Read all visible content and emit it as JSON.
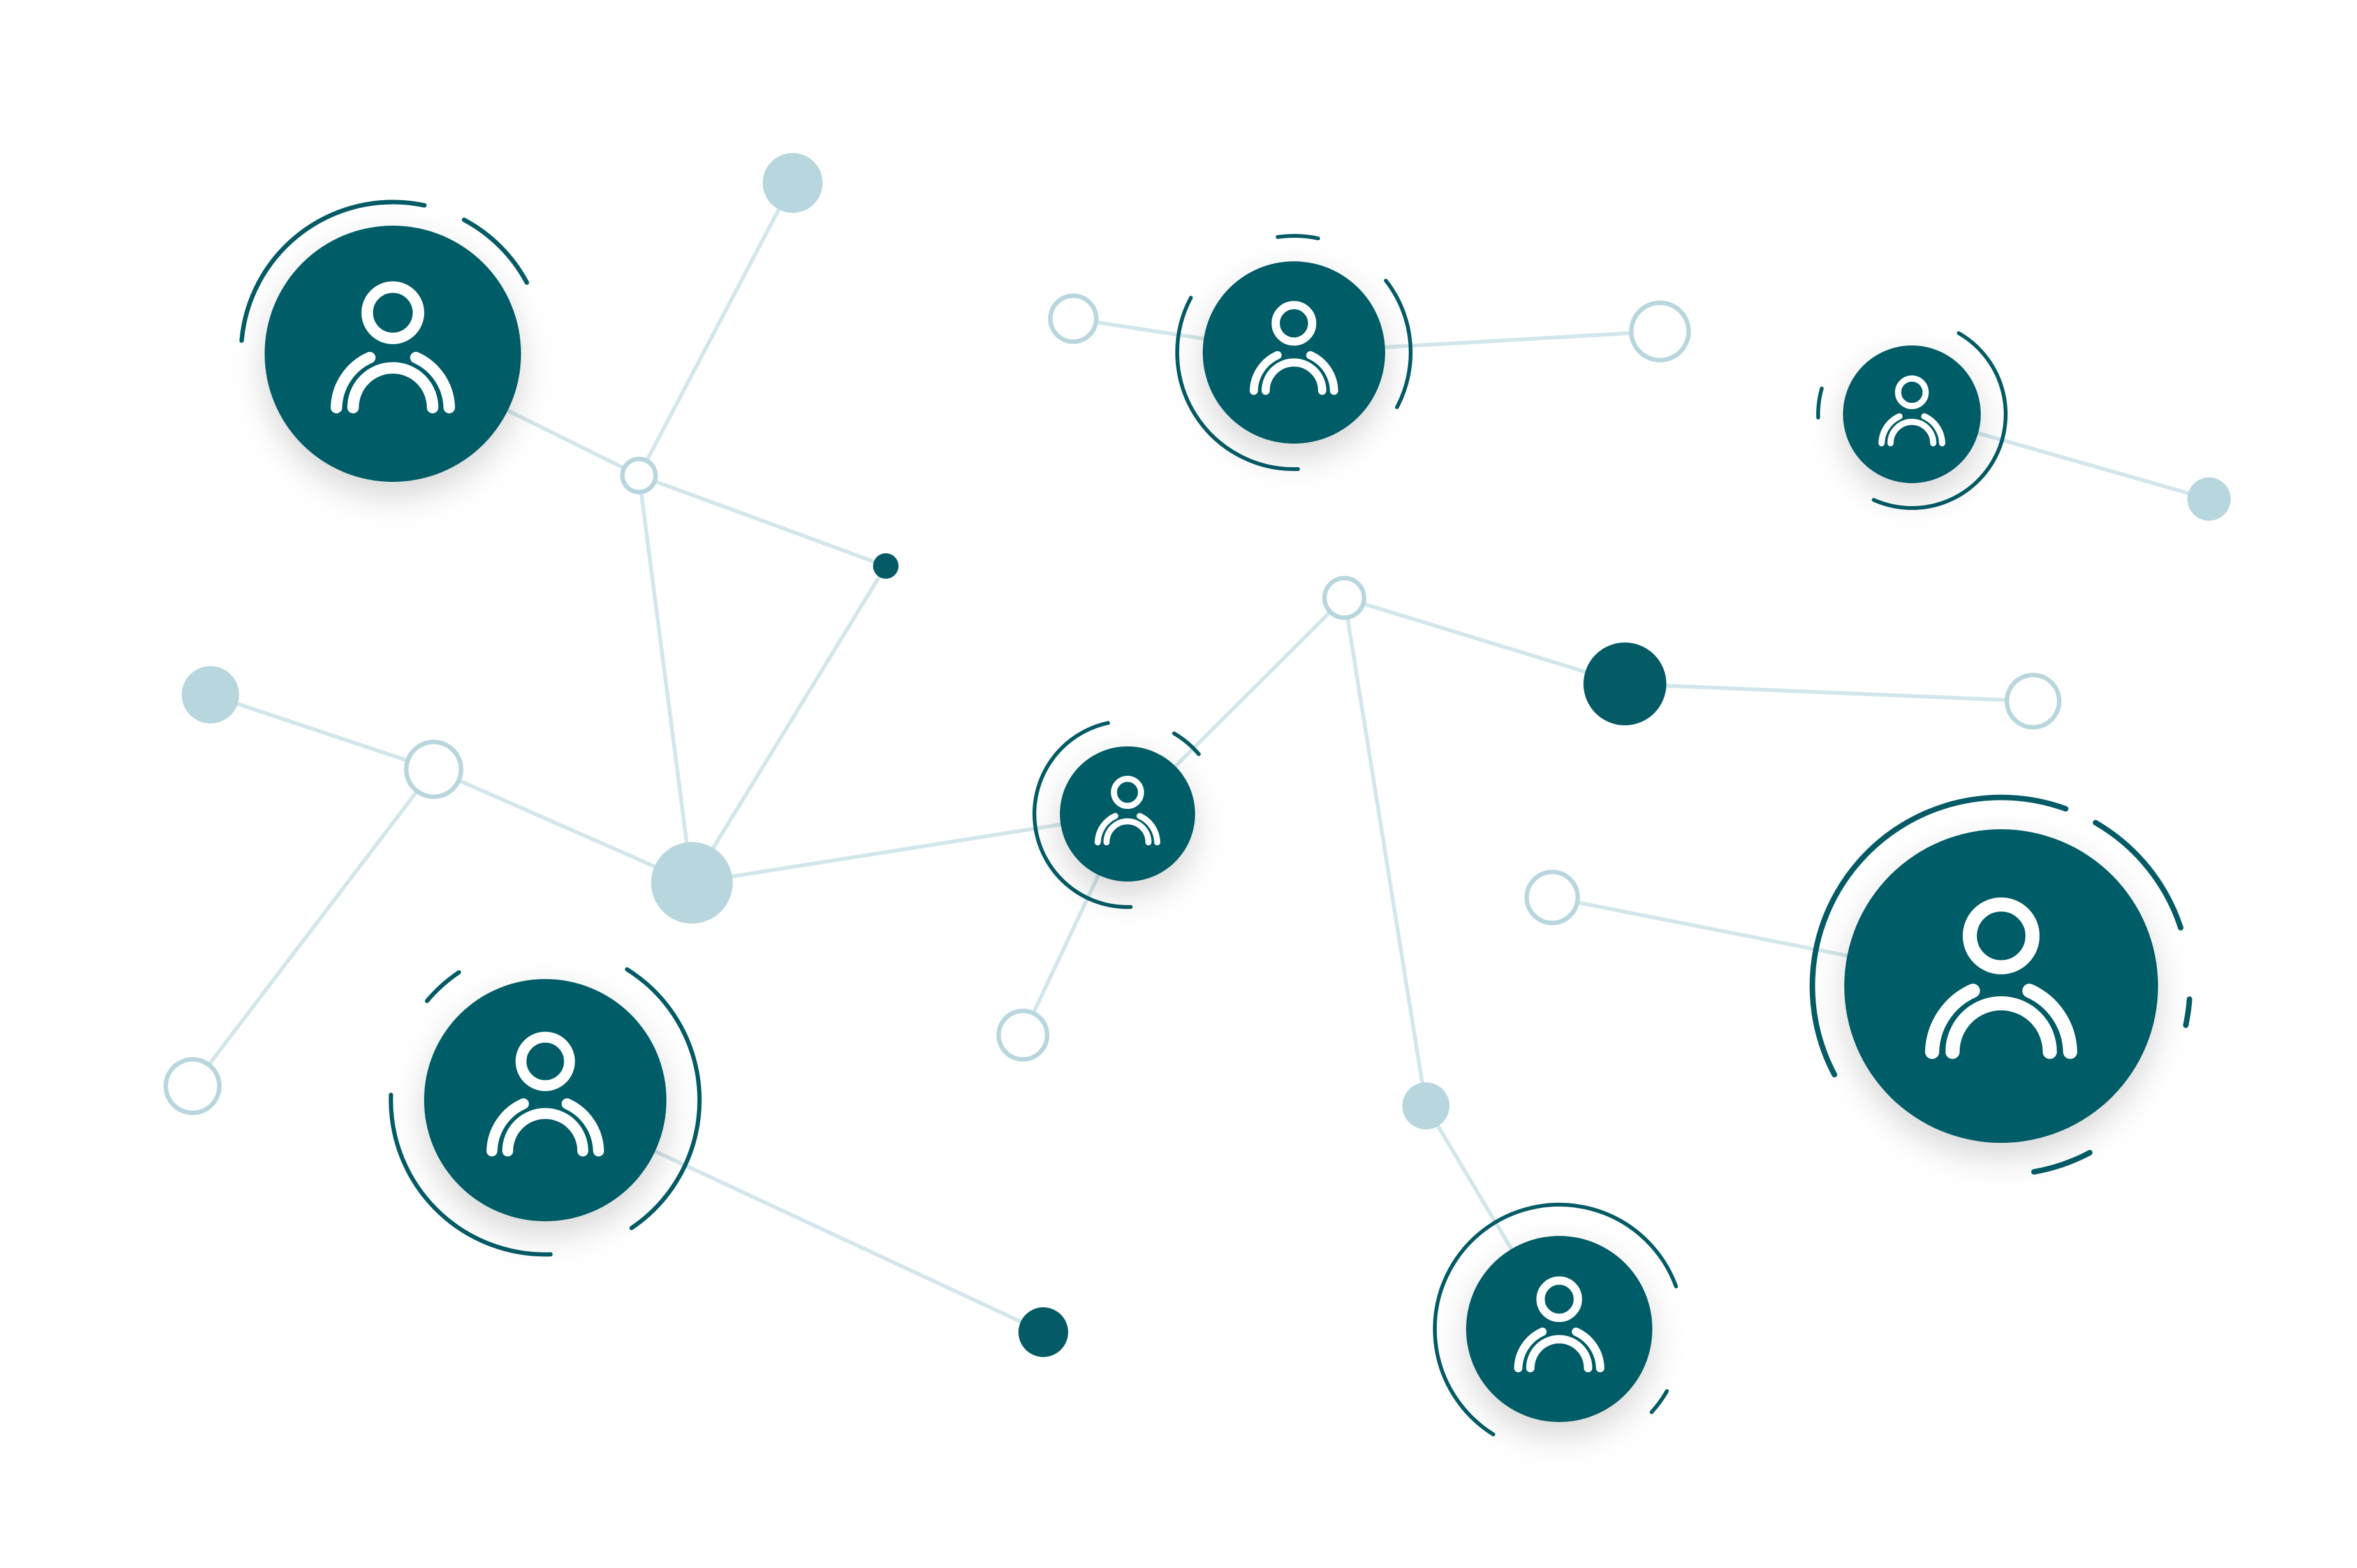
{
  "colors": {
    "background": "#ffffff",
    "primary": "#045b66",
    "light": "#b8d6dd",
    "link": "#d2e6eb",
    "glyph": "#ffffff"
  },
  "graph": {
    "user_nodes": [
      {
        "id": "u1",
        "icon": "user-icon"
      },
      {
        "id": "u2",
        "icon": "user-icon"
      },
      {
        "id": "u3",
        "icon": "user-icon"
      },
      {
        "id": "u4",
        "icon": "user-icon"
      },
      {
        "id": "u5",
        "icon": "user-icon"
      },
      {
        "id": "u6",
        "icon": "user-icon"
      },
      {
        "id": "u7",
        "icon": "user-icon"
      }
    ],
    "dot_nodes": [
      {
        "id": "a",
        "style": "light-filled"
      },
      {
        "id": "b",
        "style": "ring"
      },
      {
        "id": "c",
        "style": "dark-filled"
      },
      {
        "id": "d",
        "style": "light-filled"
      },
      {
        "id": "e",
        "style": "ring"
      },
      {
        "id": "f",
        "style": "light-filled"
      },
      {
        "id": "g",
        "style": "ring"
      },
      {
        "id": "h",
        "style": "ring"
      },
      {
        "id": "i",
        "style": "ring"
      },
      {
        "id": "j",
        "style": "ring"
      },
      {
        "id": "k",
        "style": "dark-filled"
      },
      {
        "id": "l",
        "style": "ring"
      },
      {
        "id": "m",
        "style": "light-filled"
      },
      {
        "id": "n",
        "style": "ring"
      },
      {
        "id": "o",
        "style": "ring"
      },
      {
        "id": "p",
        "style": "light-filled"
      },
      {
        "id": "q",
        "style": "dark-filled"
      },
      {
        "id": "r",
        "style": "light-filled"
      }
    ],
    "links": [
      [
        "u1",
        "b"
      ],
      [
        "b",
        "a"
      ],
      [
        "b",
        "c"
      ],
      [
        "b",
        "f"
      ],
      [
        "c",
        "f"
      ],
      [
        "d",
        "e"
      ],
      [
        "e",
        "f"
      ],
      [
        "e",
        "g"
      ],
      [
        "f",
        "u4"
      ],
      [
        "u4",
        "j"
      ],
      [
        "u4",
        "h"
      ],
      [
        "h",
        "u2"
      ],
      [
        "u2",
        "i"
      ],
      [
        "j",
        "k"
      ],
      [
        "k",
        "l"
      ],
      [
        "j",
        "p"
      ],
      [
        "p",
        "u7"
      ],
      [
        "u3",
        "m"
      ],
      [
        "n",
        "u6"
      ],
      [
        "u5",
        "q"
      ]
    ]
  }
}
